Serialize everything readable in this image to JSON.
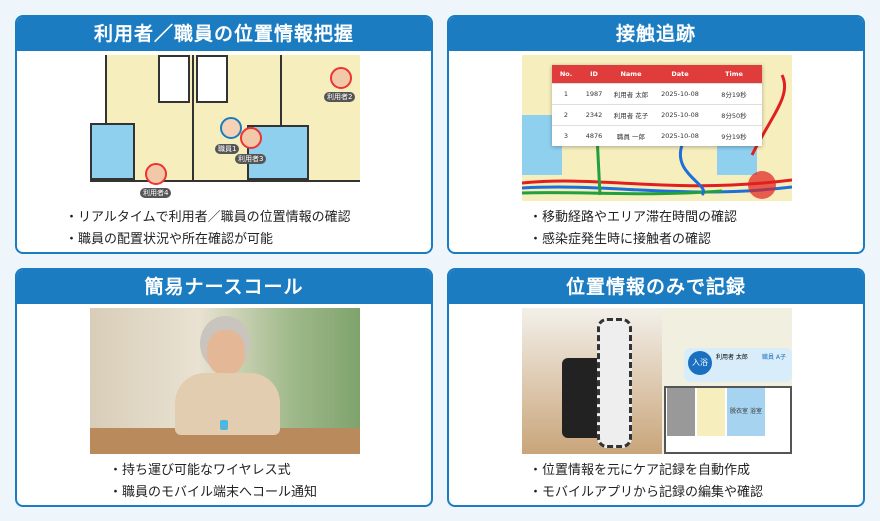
{
  "cards": [
    {
      "title": "利用者／職員の位置情報把握",
      "bullets": [
        "リアルタイムで利用者／職員の位置情報の確認",
        "職員の配置状況や所在確認が可能"
      ],
      "labels": [
        "利用者2",
        "職員1",
        "利用者3",
        "利用者4"
      ]
    },
    {
      "title": "接触追跡",
      "bullets": [
        "移動経路やエリア滞在時間の確認",
        "感染症発生時に接触者の確認"
      ],
      "table": {
        "headers": [
          "No.",
          "ID",
          "Name",
          "Date",
          "Time"
        ],
        "rows": [
          [
            "1",
            "1987",
            "利用者 太郎",
            "2025-10-08",
            "8分19秒"
          ],
          [
            "2",
            "2342",
            "利用者 花子",
            "2025-10-08",
            "8分50秒"
          ],
          [
            "3",
            "4876",
            "職員 一郎",
            "2025-10-08",
            "9分19秒"
          ]
        ]
      },
      "colors": {
        "header": "#e03c3c",
        "path_red": "#e02020",
        "path_blue": "#1e6fd9",
        "path_green": "#22a040"
      }
    },
    {
      "title": "簡易ナースコール",
      "bullets": [
        "持ち運び可能なワイヤレス式",
        "職員のモバイル端末へコール通知"
      ]
    },
    {
      "title": "位置情報のみで記録",
      "bullets": [
        "位置情報を元にケア記録を自動作成",
        "モバイルアプリから記録の編集や確認"
      ],
      "popup": {
        "badge": "入浴",
        "name": "利用者 太郎",
        "staff": "職員 A子",
        "room": "脱衣室 浴室"
      }
    }
  ],
  "colors": {
    "accent": "#1b7cc2",
    "background": "#eef5fb"
  }
}
